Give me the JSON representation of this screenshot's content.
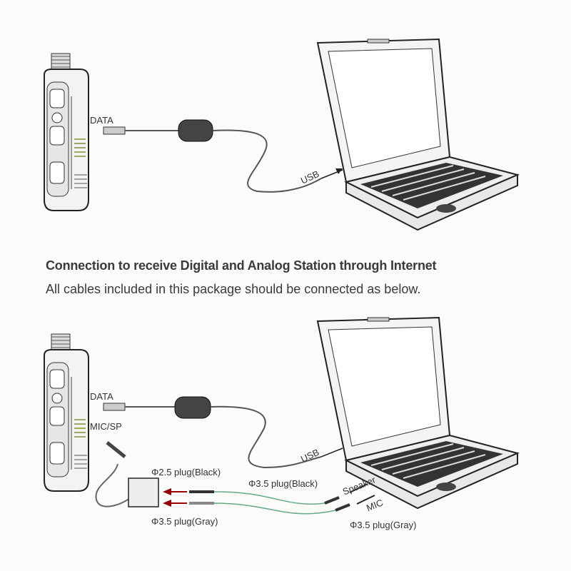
{
  "top_diagram": {
    "data_label": "DATA",
    "usb_label": "USB"
  },
  "section": {
    "heading": "Connection to receive Digital and Analog Station through Internet",
    "subtitle": "All cables included in this package should be connected as below."
  },
  "bottom_diagram": {
    "data_label": "DATA",
    "usb_label": "USB",
    "micsp_label": "MIC/SP",
    "plug_25_black": "Φ2.5 plug(Black)",
    "plug_35_gray_left": "Φ3.5 plug(Gray)",
    "plug_35_black": "Φ3.5 plug(Black)",
    "plug_35_gray_right": "Φ3.5 plug(Gray)",
    "speaker_label": "Speaker",
    "mic_label": "MIC"
  }
}
